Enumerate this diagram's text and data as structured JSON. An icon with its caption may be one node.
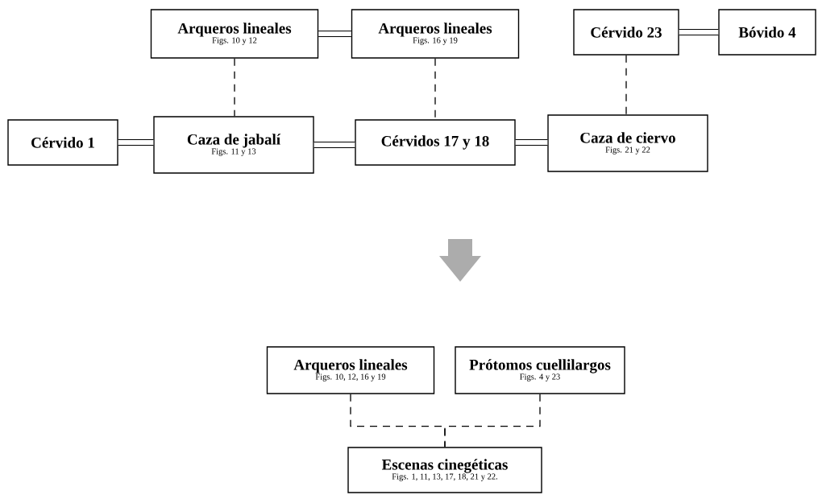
{
  "diagram": {
    "nodes": [
      {
        "text": [
          "Arqueros lineales",
          "Figs. 10 y 12"
        ]
      },
      {
        "text": [
          "Arqueros lineales",
          "Figs. 16 y 19"
        ]
      },
      {
        "text": [
          "Cérvido 23"
        ]
      },
      {
        "text": [
          "Bóvido 4"
        ]
      },
      {
        "text": [
          "Cérvido 1"
        ]
      },
      {
        "text": [
          "Caza de jabalí",
          "Figs. 11 y 13"
        ]
      },
      {
        "text": [
          "Cérvidos 17 y 18"
        ]
      },
      {
        "text": [
          "Caza de ciervo",
          "Figs. 21 y 22"
        ]
      },
      {
        "text": [
          "Arqueros lineales",
          "Figs. 10,  12, 16 y 19"
        ]
      },
      {
        "text": [
          "Prótomos cuellilargos",
          "Figs. 4 y 23"
        ]
      },
      {
        "text": [
          "Escenas cinegéticas",
          "Figs. 1, 11, 13, 17, 18, 21 y 22."
        ]
      }
    ],
    "edges": [
      {
        "from": 0,
        "to": 1,
        "arrow": "none",
        "style": "thick"
      },
      {
        "from": 2,
        "to": 3,
        "arrow": "none",
        "style": "thick"
      },
      {
        "from": 4,
        "to": 5,
        "arrow": "none",
        "style": "thick"
      },
      {
        "from": 5,
        "to": 6,
        "arrow": "none",
        "style": "thick"
      },
      {
        "from": 6,
        "to": 7,
        "arrow": "none",
        "style": "thick"
      },
      {
        "from": 0,
        "to": 5,
        "arrow": "none",
        "style": "dashed"
      },
      {
        "from": 1,
        "to": 6,
        "arrow": "none",
        "style": "dashed"
      },
      {
        "from": 2,
        "to": 7,
        "arrow": "none",
        "style": "dashed"
      },
      {
        "from": 8,
        "to": 10,
        "arrow": "none",
        "style": "dashed"
      },
      {
        "from": 9,
        "to": 10,
        "arrow": "none",
        "style": "dashed"
      }
    ]
  }
}
